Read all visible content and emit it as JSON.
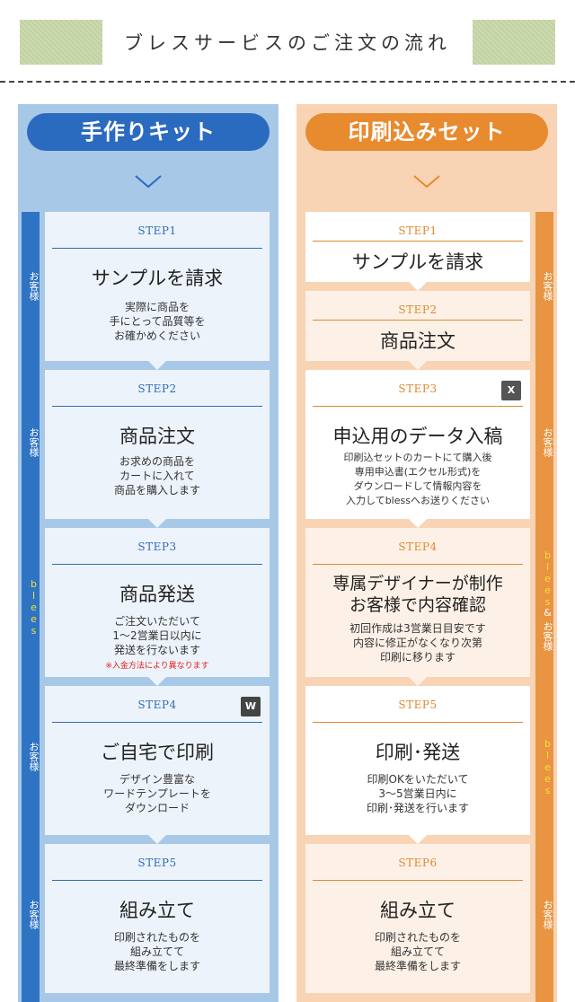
{
  "header": {
    "title": "ブレスサービスのご注文の流れ"
  },
  "left": {
    "title": "手作りキット",
    "segments": [
      "お客様",
      "お客様",
      "blees",
      "お客様",
      "お客様"
    ],
    "steps": [
      {
        "num": "STEP1",
        "head": "サンプルを請求",
        "desc": [
          "実際に商品を",
          "手にとって品質等を",
          "お確かめください"
        ]
      },
      {
        "num": "STEP2",
        "head": "商品注文",
        "desc": [
          "お求めの商品を",
          "カートに入れて",
          "商品を購入します"
        ]
      },
      {
        "num": "STEP3",
        "head": "商品発送",
        "desc": [
          "ご注文いただいて",
          "1～2営業日以内に",
          "発送を行ないます"
        ],
        "note": "※入金方法により異なります"
      },
      {
        "num": "STEP4",
        "head": "ご自宅で印刷",
        "desc": [
          "デザイン豊富な",
          "ワードテンプレートを",
          "ダウンロード"
        ],
        "icon": "W"
      },
      {
        "num": "STEP5",
        "head": "組み立て",
        "desc": [
          "印刷されたものを",
          "組み立てて",
          "最終準備をします"
        ]
      }
    ]
  },
  "right": {
    "title": "印刷込みセット",
    "segments": [
      "お客様",
      "お客様",
      "blees",
      "&",
      "お客様",
      "blees",
      "お客様"
    ],
    "steps": [
      {
        "num": "STEP1",
        "head": "サンプルを請求"
      },
      {
        "num": "STEP2",
        "head": "商品注文"
      },
      {
        "num": "STEP3",
        "head": "申込用のデータ入稿",
        "desc": [
          "印刷込セットのカートにて購入後",
          "専用申込書(エクセル形式)を",
          "ダウンロードして情報内容を",
          "入力してblessへお送りください"
        ],
        "icon": "X"
      },
      {
        "num": "STEP4",
        "head": [
          "専属デザイナーが制作",
          "お客様で内容確認"
        ],
        "desc": [
          "初回作成は3営業日目安です",
          "内容に修正がなくなり次第",
          "印刷に移ります"
        ]
      },
      {
        "num": "STEP5",
        "head": "印刷･発送",
        "desc": [
          "印刷OKをいただいて",
          "3～5営業日内に",
          "印刷･発送を行います"
        ]
      },
      {
        "num": "STEP6",
        "head": "組み立て",
        "desc": [
          "印刷されたものを",
          "組み立てて",
          "最終準備をします"
        ]
      }
    ]
  },
  "colors": {
    "left_accent": "#2b6bbf",
    "right_accent": "#e88a2e",
    "left_bg": "#a8c8e8",
    "right_bg": "#f8d4b4"
  }
}
